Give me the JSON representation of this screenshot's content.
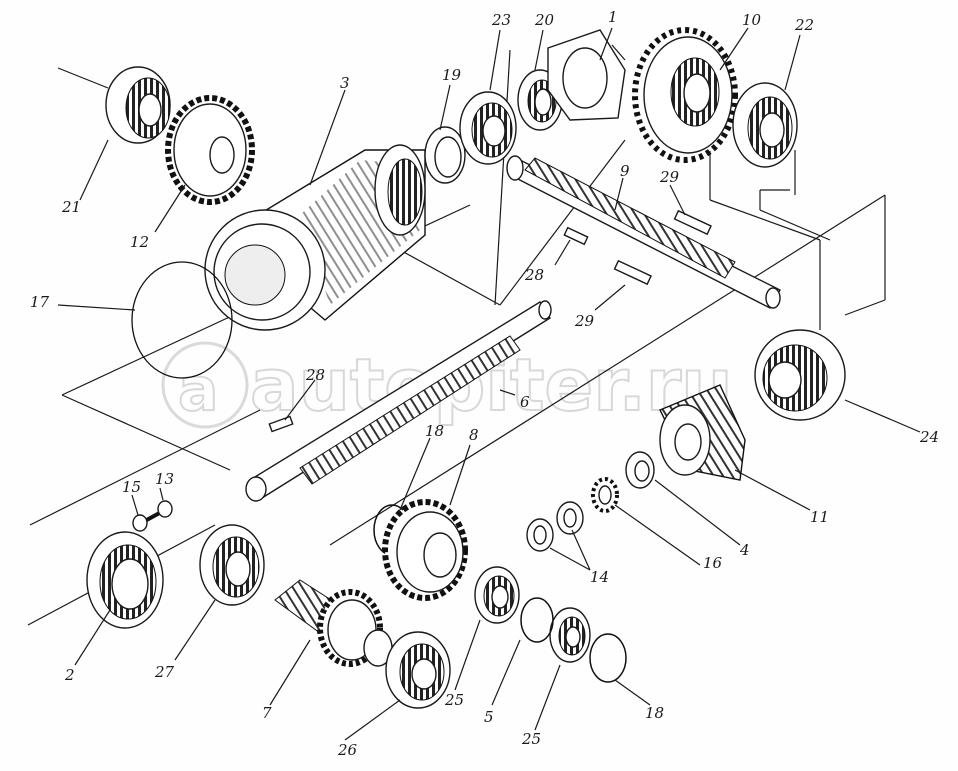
{
  "diagram": {
    "watermark": "autopiter.ru",
    "callouts": [
      {
        "id": "1",
        "text": "1"
      },
      {
        "id": "2",
        "text": "2"
      },
      {
        "id": "3",
        "text": "3"
      },
      {
        "id": "4",
        "text": "4"
      },
      {
        "id": "5",
        "text": "5"
      },
      {
        "id": "6",
        "text": "6"
      },
      {
        "id": "7",
        "text": "7"
      },
      {
        "id": "8",
        "text": "8"
      },
      {
        "id": "9",
        "text": "9"
      },
      {
        "id": "10",
        "text": "10"
      },
      {
        "id": "11",
        "text": "11"
      },
      {
        "id": "12",
        "text": "12"
      },
      {
        "id": "13",
        "text": "13"
      },
      {
        "id": "14",
        "text": "14"
      },
      {
        "id": "15",
        "text": "15"
      },
      {
        "id": "16",
        "text": "16"
      },
      {
        "id": "17",
        "text": "17"
      },
      {
        "id": "18a",
        "text": "18"
      },
      {
        "id": "18b",
        "text": "18"
      },
      {
        "id": "19",
        "text": "19"
      },
      {
        "id": "20",
        "text": "20"
      },
      {
        "id": "21",
        "text": "21"
      },
      {
        "id": "22",
        "text": "22"
      },
      {
        "id": "23",
        "text": "23"
      },
      {
        "id": "24",
        "text": "24"
      },
      {
        "id": "25a",
        "text": "25"
      },
      {
        "id": "25b",
        "text": "25"
      },
      {
        "id": "26",
        "text": "26"
      },
      {
        "id": "27",
        "text": "27"
      },
      {
        "id": "28a",
        "text": "28"
      },
      {
        "id": "28b",
        "text": "28"
      },
      {
        "id": "29a",
        "text": "29"
      },
      {
        "id": "29b",
        "text": "29"
      }
    ]
  }
}
